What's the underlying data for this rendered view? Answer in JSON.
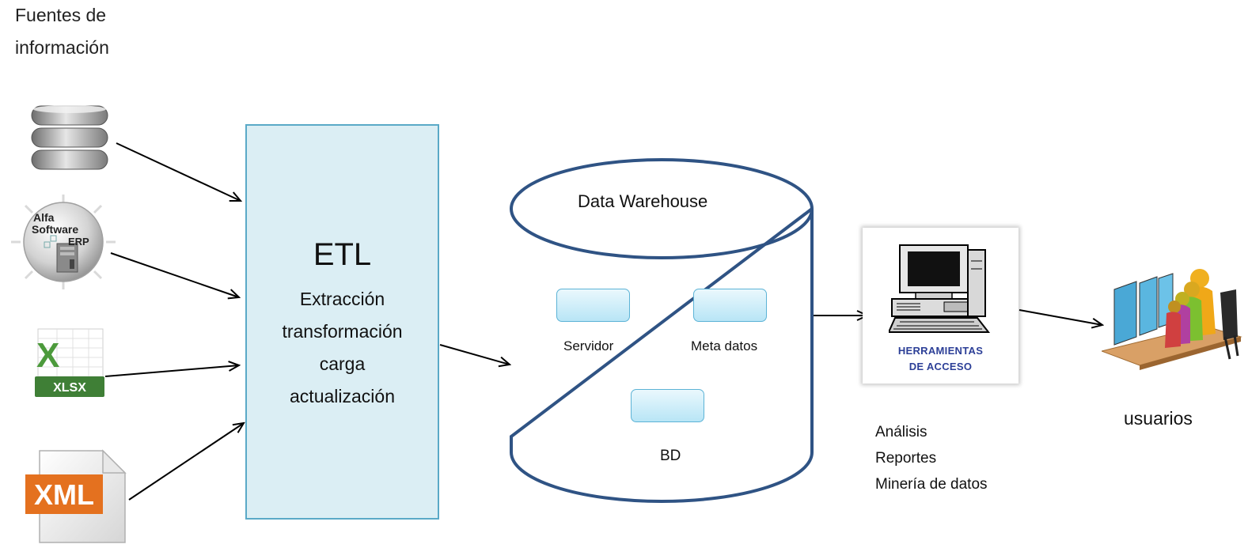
{
  "sources": {
    "title_line1": "Fuentes de",
    "title_line2": "información",
    "items": [
      {
        "name": "database-icon"
      },
      {
        "name": "erp-icon",
        "text_line1": "Alfa",
        "text_line2": "Software",
        "text_line3": "ERP"
      },
      {
        "name": "excel-icon",
        "badge": "XLSX",
        "letter": "X"
      },
      {
        "name": "xml-file-icon",
        "badge": "XML"
      }
    ]
  },
  "etl": {
    "title": "ETL",
    "steps": [
      "Extracción",
      "transformación",
      "carga",
      "actualización"
    ]
  },
  "warehouse": {
    "title": "Data Warehouse",
    "components": [
      "Servidor",
      "Meta datos",
      "BD"
    ]
  },
  "tools": {
    "line1": "HERRAMIENTAS",
    "line2": "DE ACCESO",
    "uses": [
      "Análisis",
      "Reportes",
      "Minería de datos"
    ]
  },
  "users": {
    "label": "usuarios"
  },
  "colors": {
    "etl_fill": "#dbeef4",
    "etl_border": "#5aa9c7",
    "cylinder_stroke": "#2f5384",
    "tools_text": "#2c3f97"
  }
}
